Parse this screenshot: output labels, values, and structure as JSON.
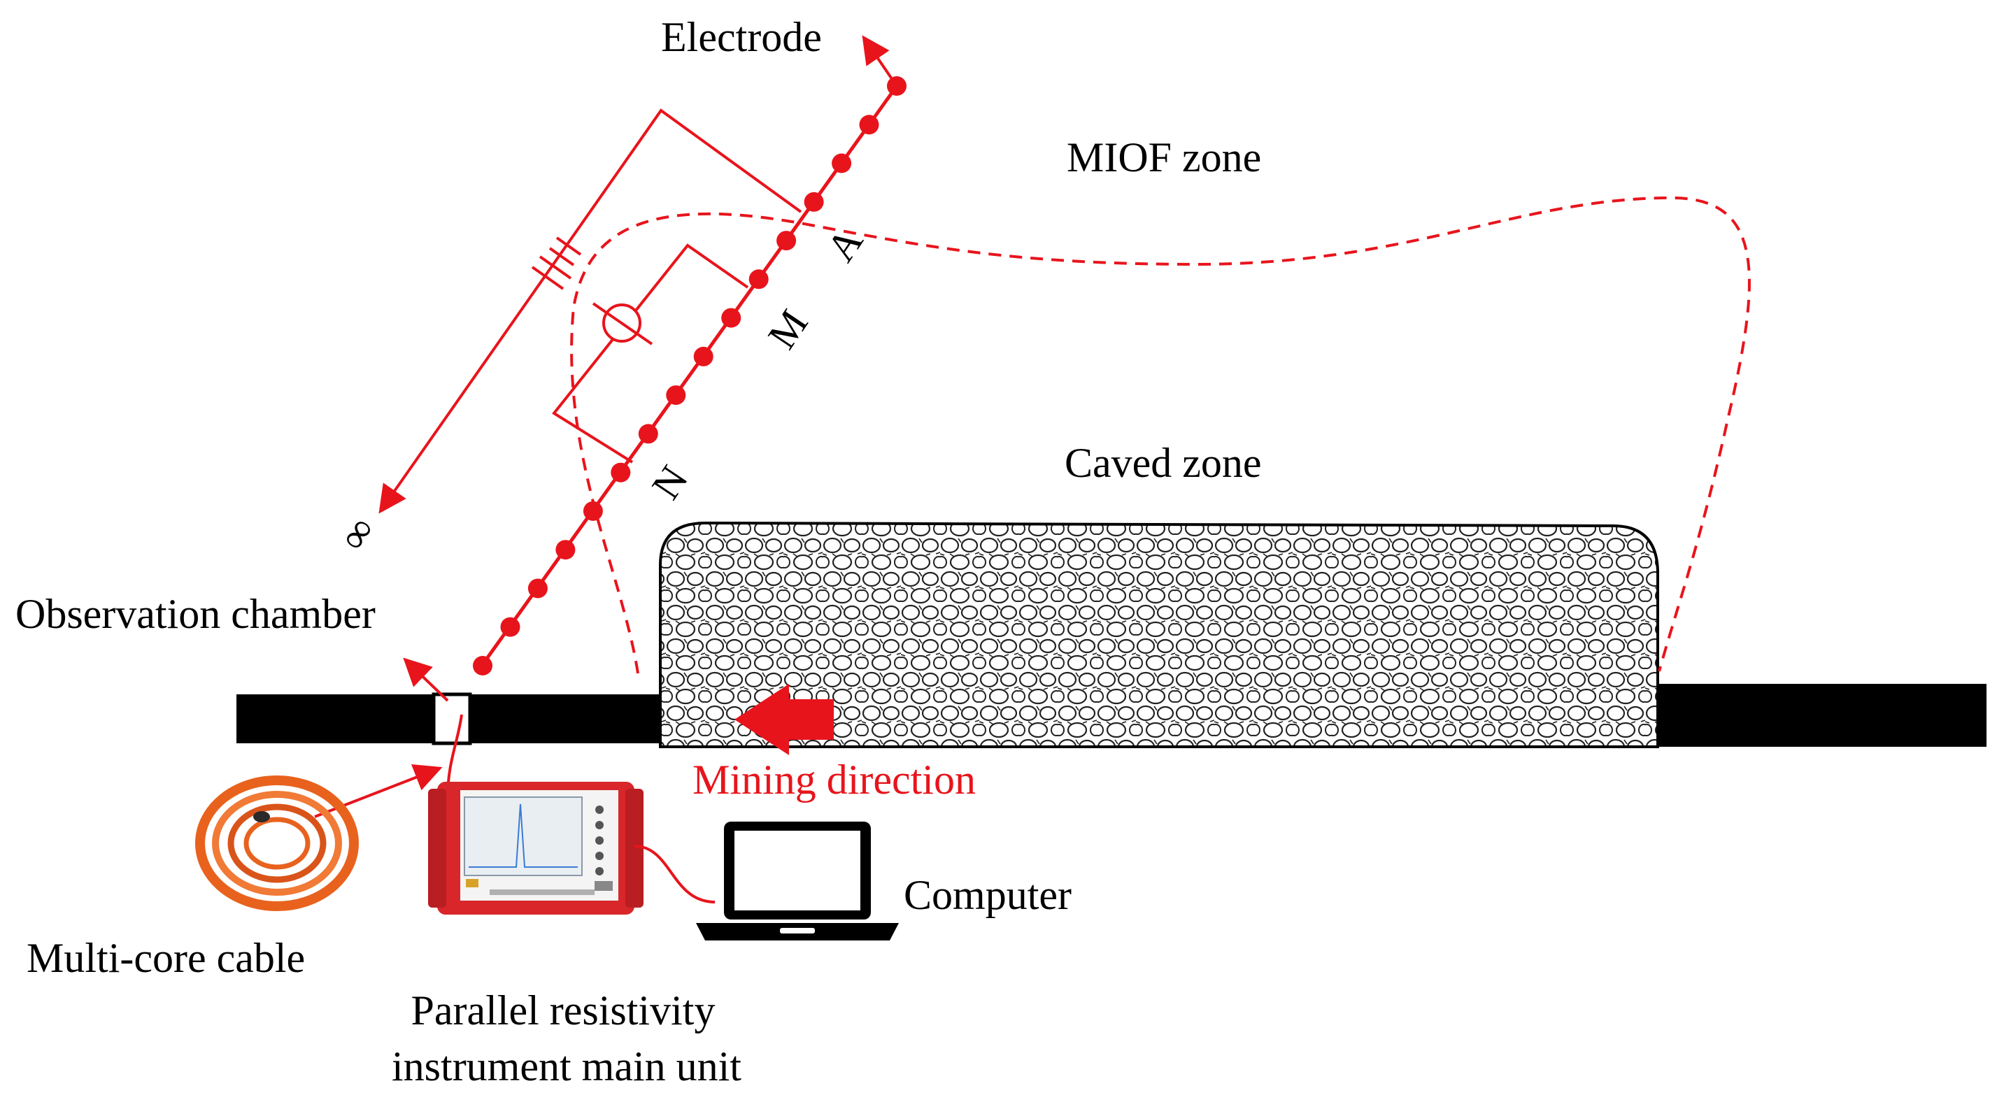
{
  "labels": {
    "electrode": "Electrode",
    "miof_zone": "MIOF zone",
    "caved_zone": "Caved zone",
    "observation_chamber": "Observation chamber",
    "mining_direction": "Mining direction",
    "computer": "Computer",
    "multi_core_cable": "Multi-core cable",
    "main_unit_line1": "Parallel resistivity",
    "main_unit_line2": "instrument main unit",
    "electrode_a": "A",
    "electrode_m": "M",
    "electrode_n": "N",
    "infinity": "∞"
  },
  "colors": {
    "accent": "#e8141c",
    "black": "#000000",
    "cable": "#e8621e",
    "instrument": "#d8262a",
    "screen": "#e9eef3"
  },
  "icons": {
    "battery": "battery-symbol-icon",
    "meter": "voltmeter-symbol-icon",
    "laptop": "laptop-icon",
    "cable_coil": "cable-coil-icon",
    "instrument": "instrument-unit-icon"
  }
}
